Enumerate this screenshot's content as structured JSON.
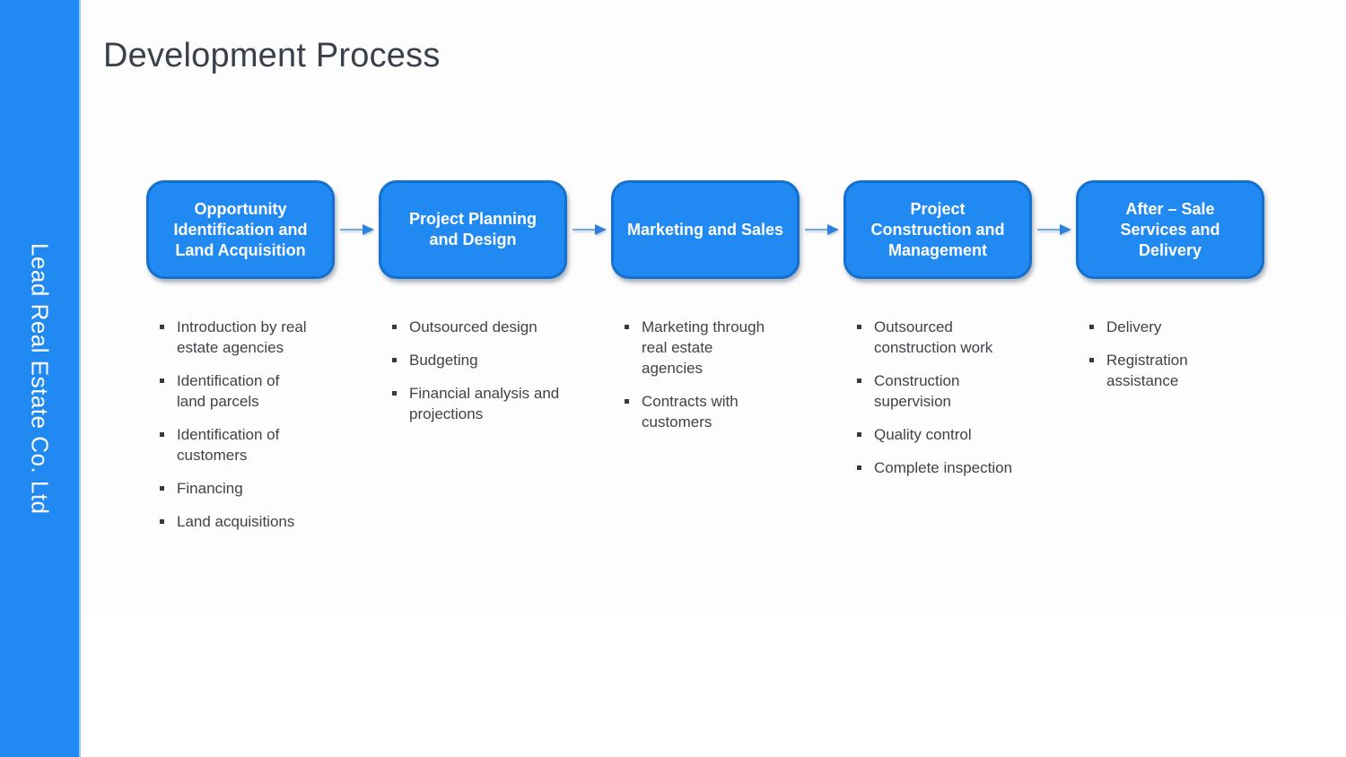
{
  "slide": {
    "title": "Development Process",
    "company": "Lead Real Estate Co. Ltd"
  },
  "colors": {
    "accent_blue": "#2189F2",
    "box_border_blue": "#1470CE",
    "arrow_blue": "#2B82DC",
    "title_text": "#3A414B",
    "body_text": "#3F4347",
    "sidebar_edge": "#93C9F7"
  },
  "stages": [
    {
      "label": "Opportunity Identification and Land Acquisition",
      "bullets": [
        "Introduction by real estate agencies",
        "Identification of land parcels",
        "Identification of customers",
        "Financing",
        "Land acquisitions"
      ]
    },
    {
      "label": "Project Planning and Design",
      "bullets": [
        "Outsourced design",
        "Budgeting",
        "Financial analysis and projections"
      ]
    },
    {
      "label": "Marketing and Sales",
      "bullets": [
        "Marketing through real estate agencies",
        "Contracts with customers"
      ]
    },
    {
      "label": "Project Construction and Management",
      "bullets": [
        "Outsourced construction work",
        "Construction supervision",
        "Quality control",
        "Complete inspection"
      ]
    },
    {
      "label": "After – Sale Services and Delivery",
      "bullets": [
        "Delivery",
        "Registration assistance"
      ]
    }
  ]
}
